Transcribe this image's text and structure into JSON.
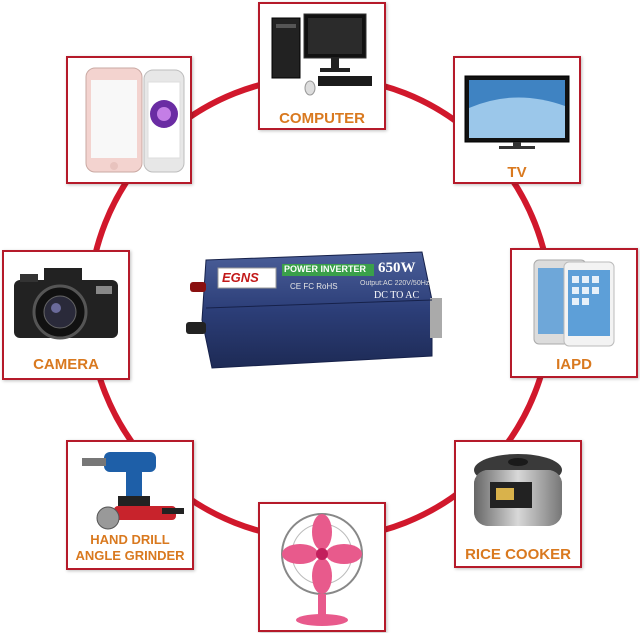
{
  "center": {
    "brand": "EGNS",
    "title": "POWER INVERTER",
    "wattage": "650W",
    "spec_line": "Output:AC 220V/50Hz",
    "mode": "DC TO AC",
    "cert": "CE FC RoHS"
  },
  "devices": [
    {
      "label": "COMPUTER"
    },
    {
      "label": "TV"
    },
    {
      "label": "IAPD"
    },
    {
      "label": "RICE COOKER"
    },
    {
      "label": "CAMERA"
    },
    {
      "line1": "HAND DRILL",
      "line2": "ANGLE GRINDER"
    }
  ],
  "colors": {
    "ring": "#d1182c",
    "border": "#b51a2a",
    "label": "#d9791f",
    "inverter": "#2c3e78"
  }
}
